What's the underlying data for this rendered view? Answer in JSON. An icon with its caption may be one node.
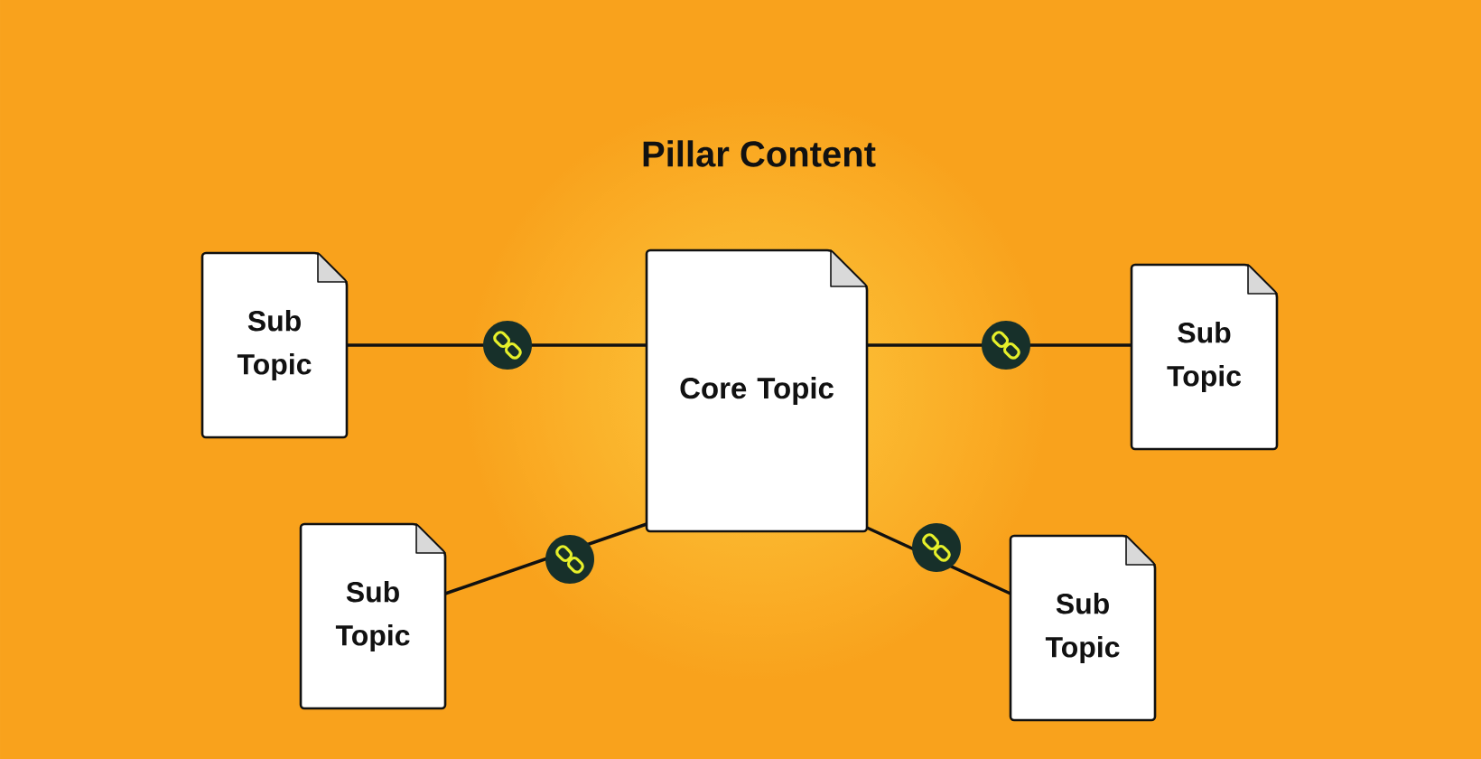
{
  "diagram": {
    "title": "Pillar Content",
    "nodes": [
      {
        "text": [
          "Core Topic"
        ]
      },
      {
        "text": [
          "Sub Topic"
        ]
      },
      {
        "text": [
          "Sub Topic"
        ]
      },
      {
        "text": [
          "Sub Topic"
        ]
      },
      {
        "text": [
          "Sub Topic"
        ]
      }
    ],
    "edges": [
      {
        "from": 0,
        "to": 1,
        "arrow": "none"
      },
      {
        "from": 0,
        "to": 2,
        "arrow": "none"
      },
      {
        "from": 0,
        "to": 3,
        "arrow": "none"
      },
      {
        "from": 0,
        "to": 4,
        "arrow": "none"
      }
    ]
  }
}
